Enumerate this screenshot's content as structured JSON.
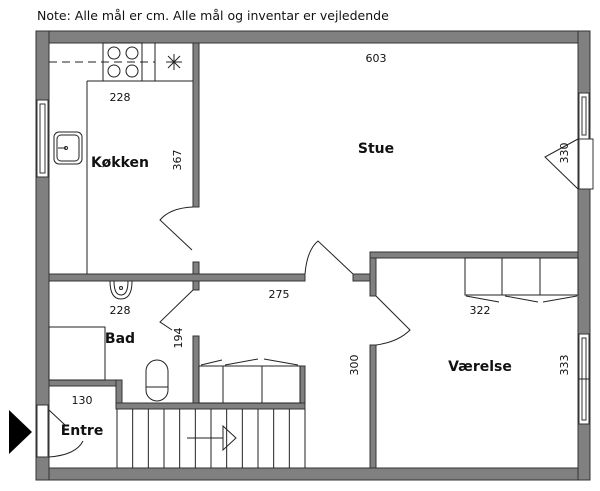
{
  "note": "Note: Alle mål er cm. Alle mål og inventar er vejledende",
  "rooms": {
    "kitchen": {
      "name": "Køkken",
      "width": "228",
      "length": "367"
    },
    "living": {
      "name": "Stue",
      "width": "603",
      "length": "330"
    },
    "bath": {
      "name": "Bad",
      "width": "228",
      "length": "194"
    },
    "bedroom": {
      "name": "Værelse",
      "width": "322",
      "length": "333"
    },
    "entrance": {
      "name": "Entre",
      "width": "130"
    },
    "hallway": {
      "width": "275",
      "length": "300"
    }
  }
}
